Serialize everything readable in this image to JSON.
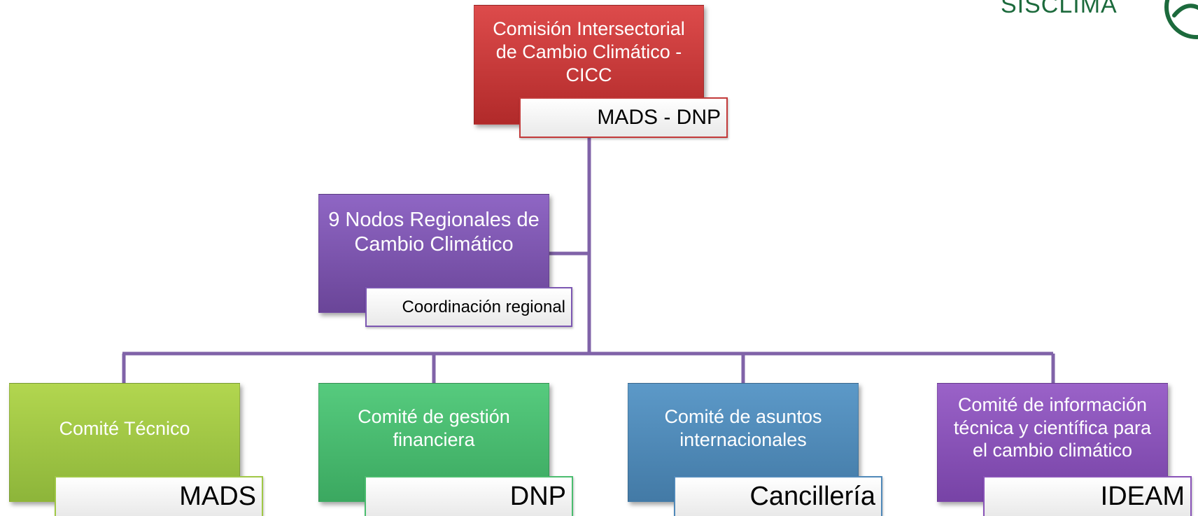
{
  "logo": {
    "text": "SISCLIMA",
    "icon": "sisclima-logo-icon",
    "color": "#1c6a3c"
  },
  "colors": {
    "connector": "#8063a8",
    "cicc": "#c33a3a",
    "nodos": "#7c57b2",
    "tecnico": "#a0c846",
    "financiera": "#4bbd6f",
    "internacionales": "#5089b9",
    "informacion": "#8953b8"
  },
  "cicc": {
    "title": "Comisión Intersectorial\nde Cambio Climático -\nCICC",
    "tag": "MADS - DNP"
  },
  "nodos": {
    "title": "9 Nodos Regionales de\nCambio Climático",
    "tag": "Coordinación regional"
  },
  "committees": [
    {
      "title": "Comité Técnico",
      "tag": "MADS"
    },
    {
      "title": "Comité de gestión\nfinanciera",
      "tag": "DNP"
    },
    {
      "title": "Comité de asuntos\ninternacionales",
      "tag": "Cancillería"
    },
    {
      "title": "Comité de información\ntécnica y científica para\nel cambio climático",
      "tag": "IDEAM"
    }
  ]
}
